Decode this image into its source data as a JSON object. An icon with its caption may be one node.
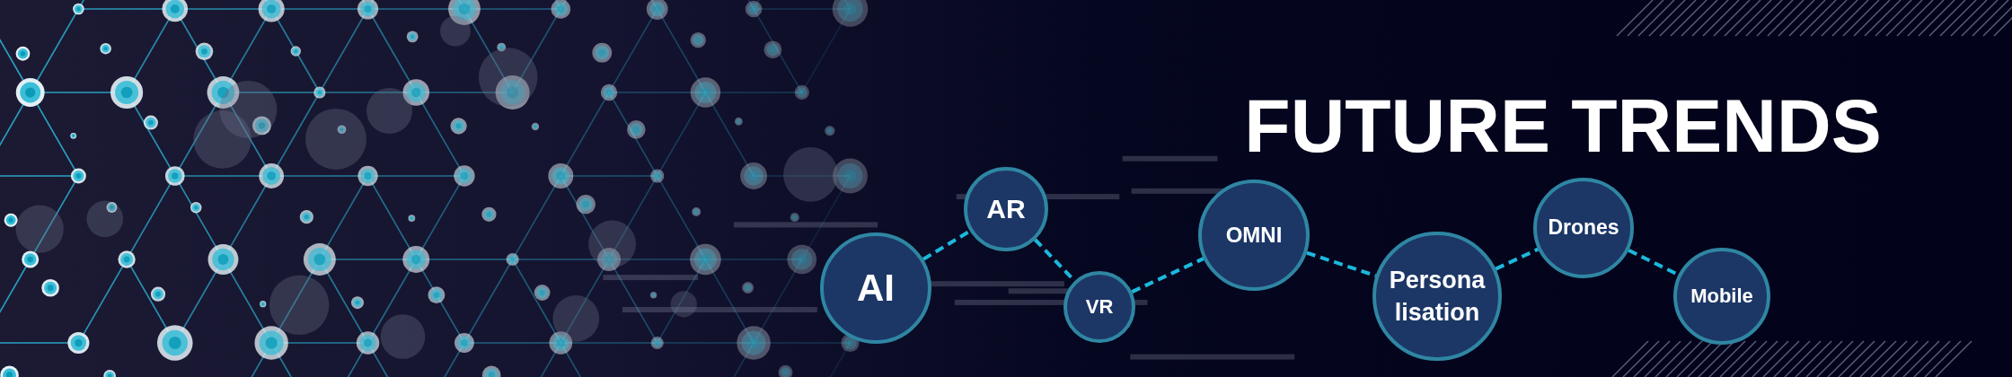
{
  "diagram": {
    "title": "FUTURE TRENDS",
    "nodes": [
      {
        "text": [
          "AI"
        ]
      },
      {
        "text": [
          "AR"
        ]
      },
      {
        "text": [
          "VR"
        ]
      },
      {
        "text": [
          "OMNI"
        ]
      },
      {
        "text": [
          "Persona lisation"
        ]
      },
      {
        "text": [
          "Drones"
        ]
      },
      {
        "text": [
          "Mobile"
        ]
      }
    ],
    "edges": [
      {
        "from": 0,
        "to": 1,
        "arrow": "none",
        "style": "dashed"
      },
      {
        "from": 1,
        "to": 2,
        "arrow": "none",
        "style": "dashed"
      },
      {
        "from": 2,
        "to": 3,
        "arrow": "none",
        "style": "dashed"
      },
      {
        "from": 3,
        "to": 4,
        "arrow": "none",
        "style": "dashed"
      },
      {
        "from": 4,
        "to": 5,
        "arrow": "none",
        "style": "dashed"
      },
      {
        "from": 5,
        "to": 6,
        "arrow": "none",
        "style": "dashed"
      }
    ]
  }
}
